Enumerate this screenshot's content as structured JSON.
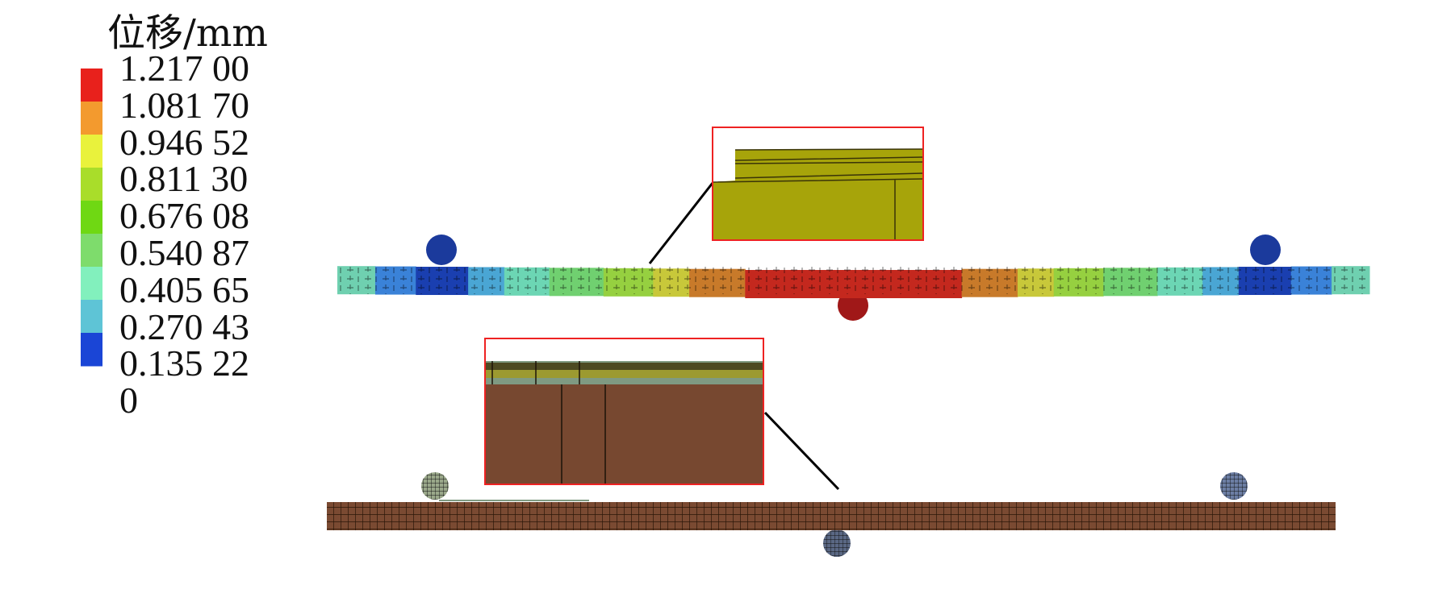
{
  "legend": {
    "title": "位移/mm",
    "labels": [
      "1.217 00",
      "1.081 70",
      "0.946 52",
      "0.811 30",
      "0.676 08",
      "0.540 87",
      "0.405 65",
      "0.270 43",
      "0.135 22",
      "0"
    ],
    "band_colors": [
      "#e8211c",
      "#f39a2e",
      "#e9f23c",
      "#a9dd2a",
      "#6fd813",
      "#7edc6c",
      "#82f0bd",
      "#5ec4d6",
      "#1a45d6"
    ]
  },
  "deformed_beam": {
    "segment_colors": [
      "#6fd0b0",
      "#3a82d8",
      "#1a3fb0",
      "#4aa6d4",
      "#6cd6b4",
      "#70d070",
      "#96d040",
      "#c8c83a",
      "#c87a2a",
      "#c4281e",
      "#c87a2a",
      "#c8c83a",
      "#96d040",
      "#70d070",
      "#6cd6b4",
      "#4aa6d4",
      "#1a3fb0",
      "#3a82d8",
      "#6fd0b0"
    ],
    "support_color": "#1b3a9c",
    "load_roller_color": "#a01818",
    "inset_color": "#a7a40a"
  },
  "mesh_beam": {
    "color": "#7a4a32",
    "inset_layer_colors": [
      "#6f7458",
      "#4d4a22",
      "#9c9a30",
      "#7f9a82"
    ]
  },
  "inset_border_color": "#ee2222"
}
